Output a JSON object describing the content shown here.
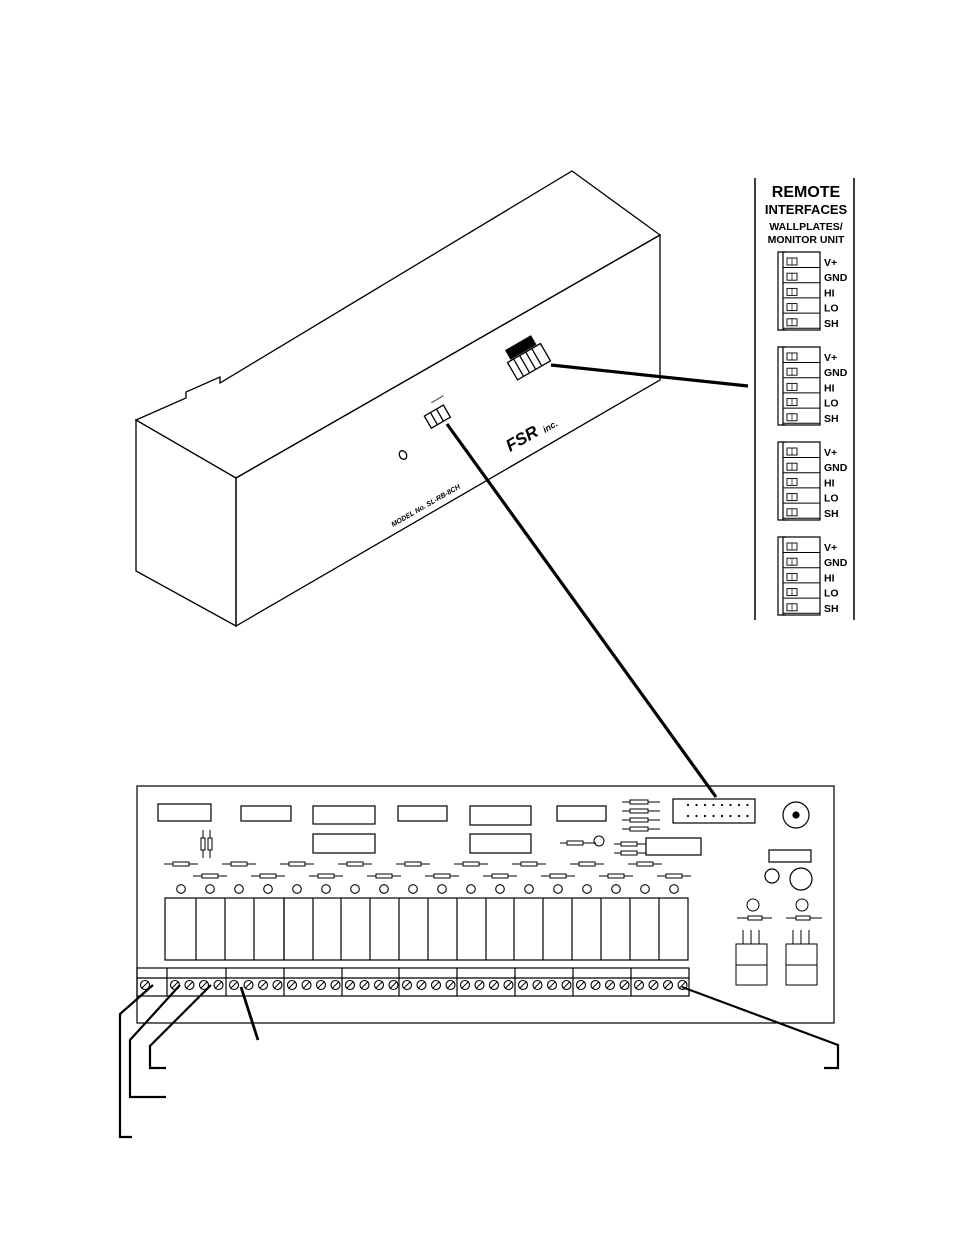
{
  "remote_panel": {
    "title": "REMOTE",
    "subtitle": "INTERFACES",
    "caption_line1": "WALLPLATES/",
    "caption_line2": "MONITOR UNIT",
    "connectors": [
      {
        "pins": [
          "V+",
          "GND",
          "HI",
          "LO",
          "SH"
        ]
      },
      {
        "pins": [
          "V+",
          "GND",
          "HI",
          "LO",
          "SH"
        ]
      },
      {
        "pins": [
          "V+",
          "GND",
          "HI",
          "LO",
          "SH"
        ]
      },
      {
        "pins": [
          "V+",
          "GND",
          "HI",
          "LO",
          "SH"
        ]
      }
    ]
  },
  "enclosure": {
    "brand": "FSR",
    "brand_suffix": "inc.",
    "model_text": "MODEL No. SL-RB-8CH"
  }
}
